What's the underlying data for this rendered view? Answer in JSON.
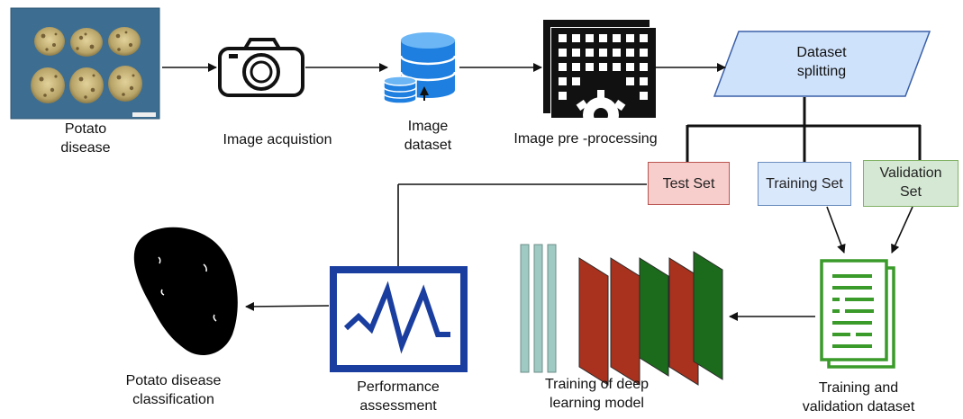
{
  "nodes": {
    "potato_disease": {
      "line1": "Potato",
      "line2": "disease"
    },
    "image_acquisition": {
      "label": "Image acquistion"
    },
    "image_dataset": {
      "line1": "Image",
      "line2": "dataset"
    },
    "preprocessing": {
      "label": "Image pre -processing"
    },
    "dataset_splitting": {
      "line1": "Dataset",
      "line2": "splitting"
    },
    "test_set": {
      "label": "Test Set"
    },
    "training_set": {
      "label": "Training Set"
    },
    "validation_set": {
      "line1": "Validation",
      "line2": "Set"
    },
    "training_validation": {
      "line1": "Training and",
      "line2": "validation dataset"
    },
    "deep_learning": {
      "line1": "Training of deep",
      "line2": "learning model"
    },
    "performance": {
      "line1": "Performance",
      "line2": "assessment"
    },
    "classification": {
      "line1": "Potato disease",
      "line2": "classification"
    }
  },
  "colors": {
    "splitting_fill": "#cfe2fb",
    "splitting_border": "#3a5fa8",
    "test_fill": "#f8cecc",
    "test_border": "#b85450",
    "training_fill": "#dae8fc",
    "training_border": "#6c8ebf",
    "validation_fill": "#d5e8d4",
    "validation_border": "#82b366",
    "db_blue": "#1e7fe0",
    "monitor_blue": "#1a3ea0",
    "doc_green": "#3a9a2a",
    "layer_red": "#a8321e",
    "layer_green": "#1c6b1c",
    "layer_teal": "#9fc9c3"
  }
}
